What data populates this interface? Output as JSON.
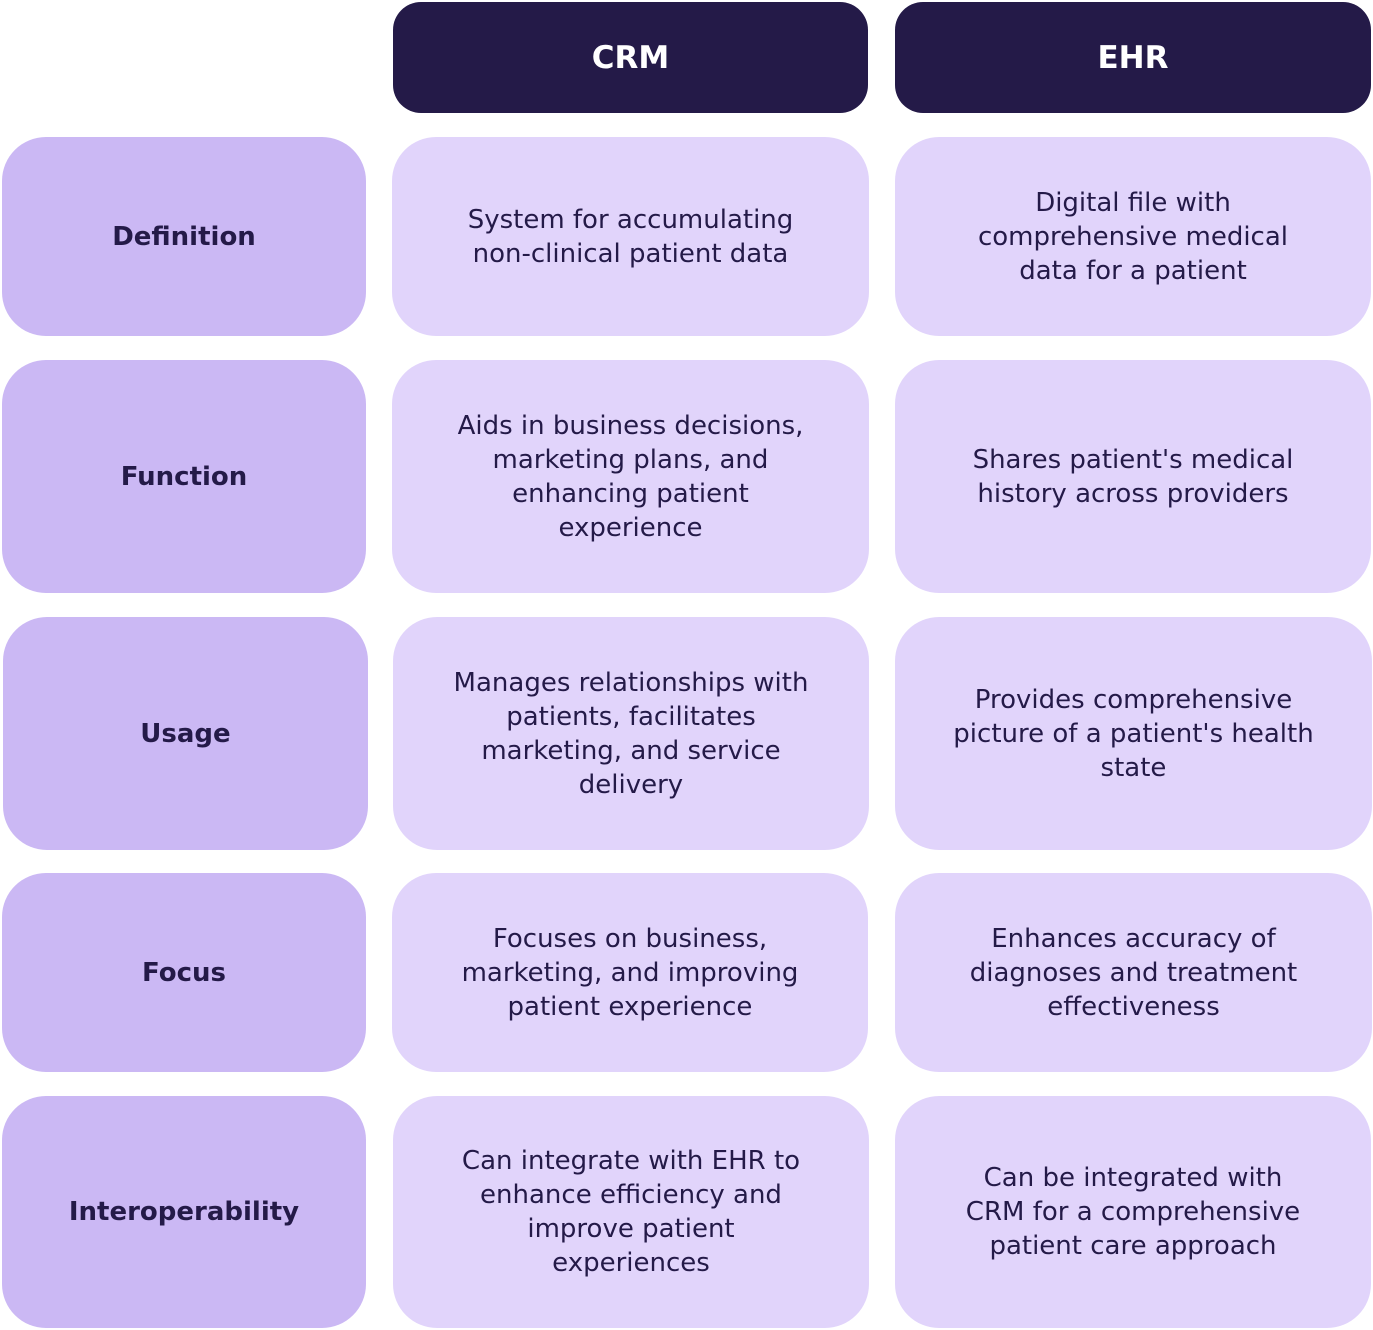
{
  "columns": {
    "crm": "CRM",
    "ehr": "EHR"
  },
  "rows": [
    {
      "label": "Definition",
      "crm": [
        "System for accumulating",
        "non-clinical patient data"
      ],
      "ehr": [
        "Digital file with",
        "comprehensive medical",
        "data for a patient"
      ]
    },
    {
      "label": "Function",
      "crm": [
        "Aids in business decisions,",
        "marketing plans, and",
        "enhancing patient",
        "experience"
      ],
      "ehr": [
        "Shares patient's medical",
        "history across providers"
      ]
    },
    {
      "label": "Usage",
      "crm": [
        "Manages relationships with",
        "patients, facilitates",
        "marketing, and service",
        "delivery"
      ],
      "ehr": [
        "Provides comprehensive",
        "picture of a patient's health",
        "state"
      ]
    },
    {
      "label": "Focus",
      "crm": [
        "Focuses on business,",
        "marketing, and improving",
        "patient experience"
      ],
      "ehr": [
        "Enhances accuracy of",
        "diagnoses and treatment",
        "effectiveness"
      ]
    },
    {
      "label": "Interoperability",
      "crm": [
        "Can integrate with EHR to",
        "enhance efficiency and",
        "improve patient",
        "experiences"
      ],
      "ehr": [
        "Can be integrated with",
        "CRM for a comprehensive",
        "patient care approach"
      ]
    }
  ]
}
